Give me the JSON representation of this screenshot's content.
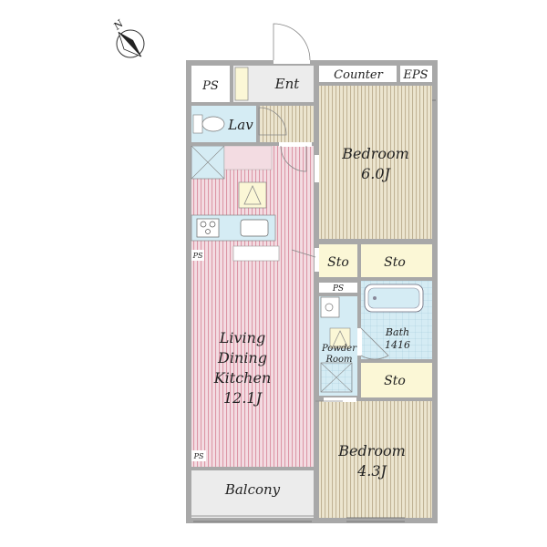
{
  "compass": {
    "north_label": "N"
  },
  "rooms": {
    "ps_top": "PS",
    "entrance": "Ent",
    "counter": "Counter",
    "eps": "EPS",
    "lavatory": "Lav",
    "bedroom_1": {
      "name": "Bedroom",
      "size": "6.0J"
    },
    "storage_1": "Sto",
    "storage_2": "Sto",
    "ps_bath": "PS",
    "ps_ldk": "PS",
    "ps_balcony": "PS",
    "bath": {
      "name": "Bath",
      "size": "1416"
    },
    "powder_room": {
      "line1": "Powder",
      "line2": "Room"
    },
    "ldk": {
      "line1": "Living",
      "line2": "Dining",
      "line3": "Kitchen",
      "size": "12.1J"
    },
    "storage_3": "Sto",
    "bedroom_2": {
      "name": "Bedroom",
      "size": "4.3J"
    },
    "balcony": "Balcony"
  },
  "colors": {
    "wall": "#a8a8a8",
    "ldk_floor": "#f3dce2",
    "bedroom_floor": "#ece5cf",
    "storage_floor": "#fbf7d6",
    "wet_area": "#d5ecf4",
    "service_floor": "#ececec"
  }
}
